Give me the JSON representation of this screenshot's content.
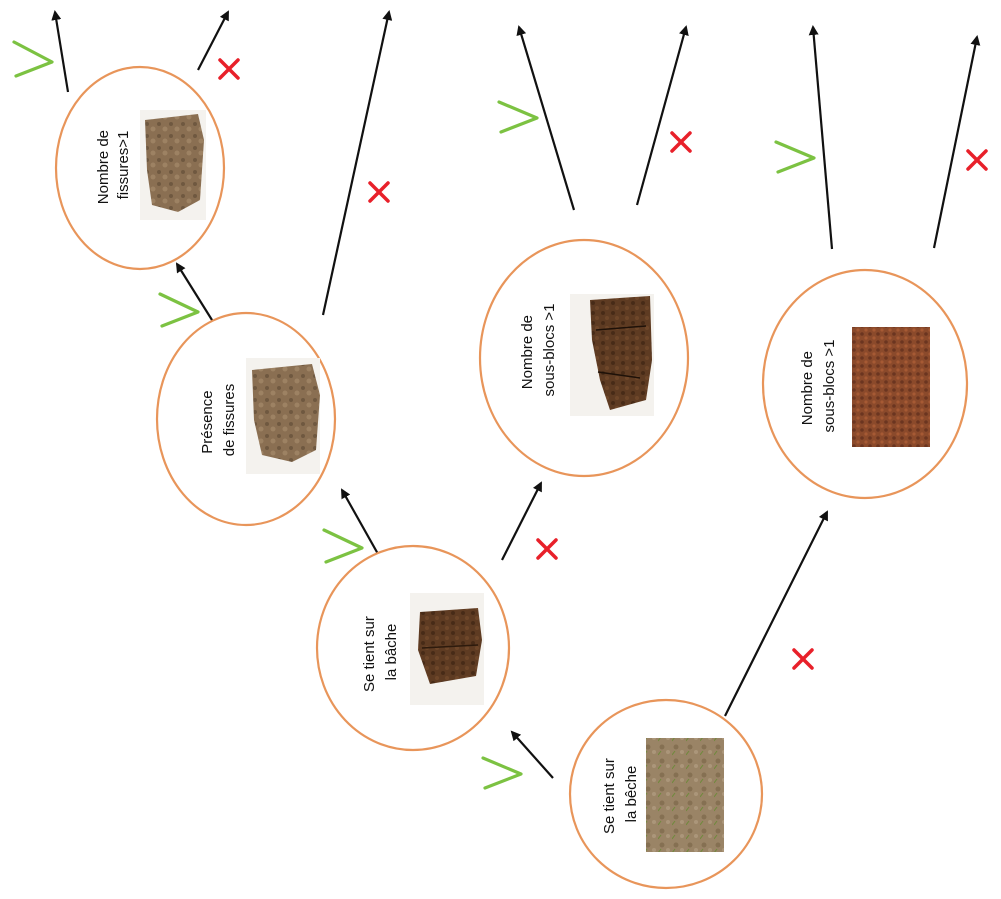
{
  "nodes": [
    {
      "id": "n1",
      "line1": "Se tient sur",
      "line2": "la bêche"
    },
    {
      "id": "n2",
      "line1": "Se tient sur",
      "line2": "la bâche"
    },
    {
      "id": "n3",
      "line1": "Présence",
      "line2": "de fissures"
    },
    {
      "id": "n4",
      "line1": "Nombre de",
      "line2": "fissures>1"
    },
    {
      "id": "n5",
      "line1": "Nombre de",
      "line2": "sous-blocs >1"
    },
    {
      "id": "n6",
      "line1": "Nombre de",
      "line2": "sous-blocs >1"
    }
  ],
  "branch_marks": {
    "yes": "check-mark",
    "no": "cross-mark"
  },
  "colors": {
    "circle_stroke": "#e8955a",
    "yes": "#7cc242",
    "no": "#e8202a",
    "arrow": "#111111"
  }
}
